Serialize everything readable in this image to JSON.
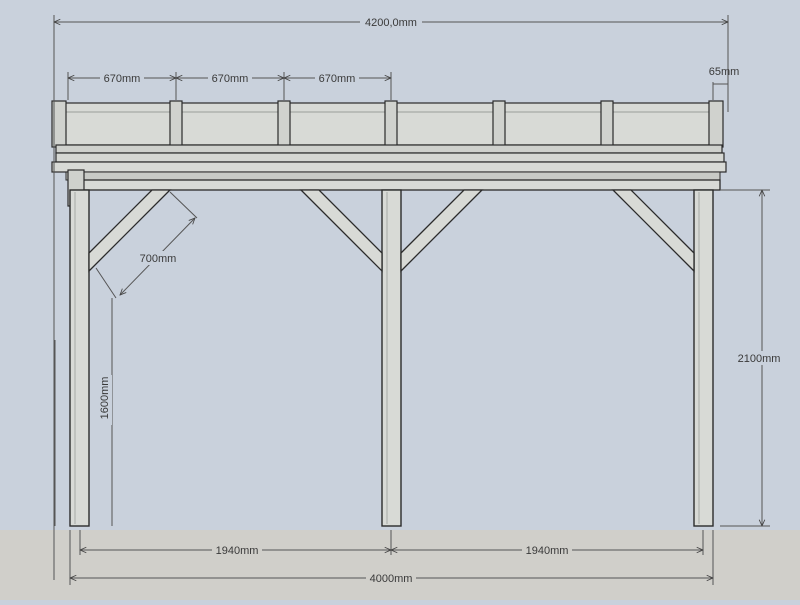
{
  "colors": {
    "sky": "#c9d1dc",
    "ground": "#d0cfca",
    "wood_face": "#d8dad6",
    "wood_dark": "#b9bcb8",
    "outline": "#2b2b2b",
    "dimension": "#555555"
  },
  "dimensions": {
    "overall_width": "4200,0mm",
    "post_span_total": "4000mm",
    "post_spacing_left": "1940mm",
    "post_spacing_right": "1940mm",
    "rafter_spacing_1": "670mm",
    "rafter_spacing_2": "670mm",
    "rafter_spacing_3": "670mm",
    "overhang": "65mm",
    "brace_length": "700mm",
    "brace_height": "1600mm",
    "post_height": "2100mm"
  }
}
